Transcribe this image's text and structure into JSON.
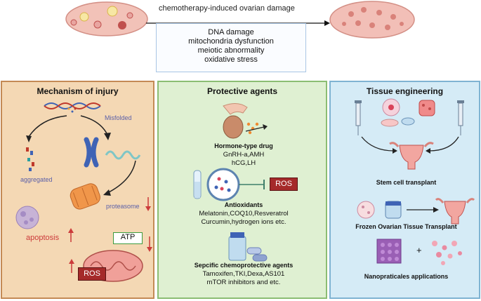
{
  "header": {
    "title": "chemotherapy-induced ovarian damage",
    "damage_list": [
      "DNA damage",
      "mitochondria dysfunction",
      "meiotic abnormality",
      "oxidative stress"
    ]
  },
  "injury": {
    "title": "Mechanism of injury",
    "misfolded": "Misfolded",
    "aggregated": "aggregated",
    "proteasome": "proteasome",
    "apoptosis": "apoptosis",
    "atp": "ATP",
    "ros": "ROS"
  },
  "protective": {
    "title": "Protective agents",
    "hormone_title": "Hormone-type drug",
    "hormone_lines": [
      "GnRH-a,AMH",
      "hCG,LH"
    ],
    "ros": "ROS",
    "antiox_title": "Antioxidants",
    "antiox_lines": [
      "Melatonin,COQ10,Resveratrol",
      "Curcumin,hydrogen ions etc."
    ],
    "chemo_title": "Sepcific chemoprotective agents",
    "chemo_lines": [
      "Tamoxifen,TKI,Dexa,AS101",
      "mTOR inhibitors and etc."
    ]
  },
  "tissue": {
    "title": "Tissue engineering",
    "stem": "Stem cell transplant",
    "frozen": "Frozen Ovarian Tissue Transplant",
    "plus": "+",
    "nano": "Nanopraticales applications"
  },
  "colors": {
    "injury_bg": "#f4d8b4",
    "protective_bg": "#dff0d2",
    "tissue_bg": "#d5ebf6",
    "ros_red": "#a52a2a",
    "up_down_arrow": "#cc3b3b"
  }
}
